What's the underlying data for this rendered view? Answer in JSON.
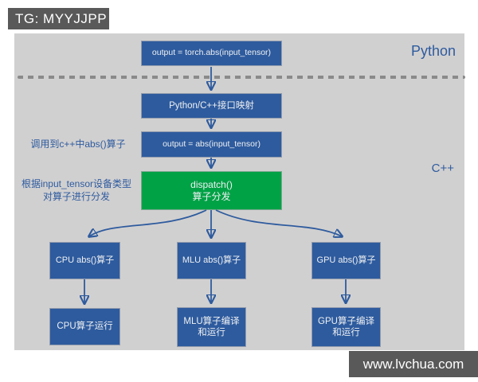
{
  "header": {
    "badge": "TG: MYYJJPP"
  },
  "footer": {
    "watermark": "www.lvchua.com"
  },
  "diagram": {
    "region_labels": {
      "python": "Python",
      "cpp": "C++"
    },
    "annotations": {
      "call_note": "调用到c++中abs()算子",
      "dispatch_note_line1": "根据input_tensor设备类型",
      "dispatch_note_line2": "对算子进行分发"
    },
    "nodes": {
      "torch_abs": {
        "label": "output = torch.abs(input_tensor)"
      },
      "interface_map": {
        "label": "Python/C++接口映射"
      },
      "cpp_abs": {
        "label": "output = abs(input_tensor)"
      },
      "dispatch": {
        "line1": "dispatch()",
        "line2": "算子分发"
      },
      "cpu_op": {
        "label": "CPU abs()算子"
      },
      "mlu_op": {
        "label": "MLU abs()算子"
      },
      "gpu_op": {
        "label": "GPU abs()算子"
      },
      "cpu_run": {
        "label": "CPU算子运行"
      },
      "mlu_run": {
        "line1": "MLU算子编译",
        "line2": "和运行"
      },
      "gpu_run": {
        "line1": "GPU算子编译",
        "line2": "和运行"
      }
    },
    "colors": {
      "node_blue": "#2e5b9e",
      "dispatch_green": "#00a246",
      "canvas_gray": "#d1d0d0",
      "badge_gray": "#595959",
      "label_blue": "#2e5b9f",
      "arrow_blue": "#2e5b9e",
      "dashed_line_gray": "#8a8a8a"
    }
  }
}
